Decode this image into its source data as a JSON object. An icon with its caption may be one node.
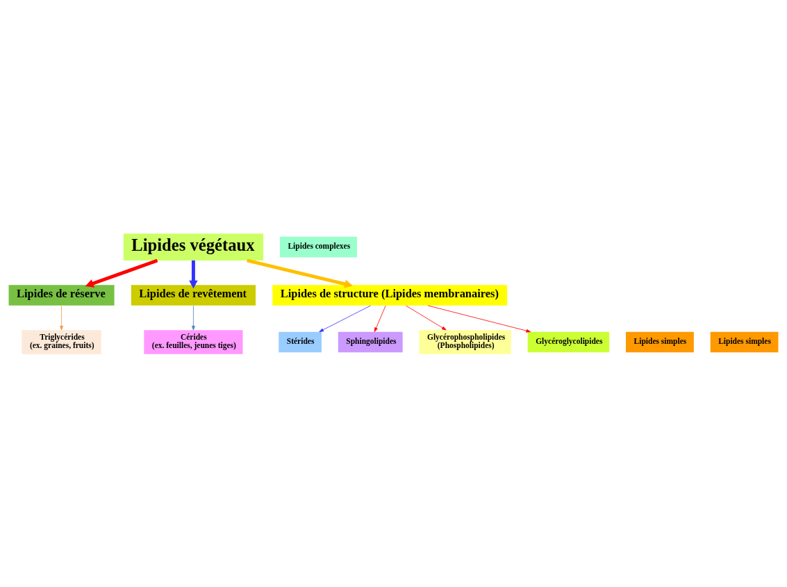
{
  "diagram": {
    "nodes": [
      {
        "text": [
          "Lipides végétaux"
        ]
      },
      {
        "text": [
          "Lipides de réserve"
        ]
      },
      {
        "text": [
          "Lipides de revêtement"
        ]
      },
      {
        "text": [
          "Lipides de structure (Lipides membranaires)"
        ]
      },
      {
        "text": [
          "Triglycérides",
          "(ex. graines, fruits)"
        ]
      },
      {
        "text": [
          "Cérides",
          "(ex. feuilles, jeunes tiges)"
        ]
      },
      {
        "text": [
          "Stérides"
        ]
      },
      {
        "text": [
          "Lipides simples"
        ]
      },
      {
        "text": [
          "Sphingolipides"
        ]
      },
      {
        "text": [
          "Lipides simples"
        ]
      },
      {
        "text": [
          "Glycérophospholipides",
          "(Phospholipides)"
        ]
      },
      {
        "text": [
          "Glycéroglycolipides"
        ]
      },
      {
        "text": [
          "Lipides complexes"
        ]
      }
    ],
    "edges": [
      {
        "from": 0,
        "to": 1,
        "arrow": "to",
        "style": "thick"
      },
      {
        "from": 0,
        "to": 2,
        "arrow": "to",
        "style": "thick",
        "color": "#3333ff"
      },
      {
        "from": 0,
        "to": 3,
        "arrow": "to",
        "style": "thick",
        "color": "#ffc000"
      },
      {
        "from": 1,
        "to": 4,
        "arrow": "to",
        "color": "#f79646"
      },
      {
        "from": 2,
        "to": 5,
        "arrow": "to",
        "color": "#4f81bd"
      },
      {
        "from": 3,
        "to": 6,
        "arrow": "to",
        "color": "#3333ff"
      },
      {
        "from": 3,
        "to": 8,
        "arrow": "to"
      },
      {
        "from": 3,
        "to": 10,
        "arrow": "to"
      },
      {
        "from": 3,
        "to": 11,
        "arrow": "to"
      }
    ]
  }
}
